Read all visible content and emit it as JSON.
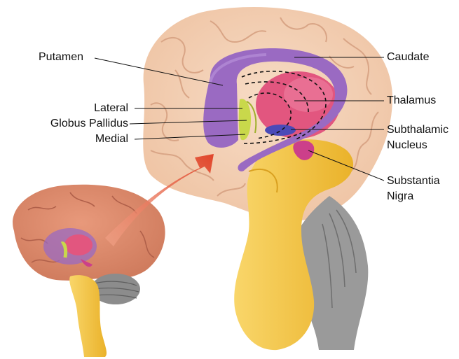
{
  "labels": {
    "putamen": "Putamen",
    "lateral": "Lateral",
    "globus_pallidus": "Globus Pallidus",
    "medial": "Medial",
    "caudate": "Caudate",
    "thalamus": "Thalamus",
    "subthalamic_line1": "Subthalamic",
    "subthalamic_line2": "Nucleus",
    "substantia_line1": "Substantia",
    "substantia_line2": "Nigra"
  },
  "colors": {
    "cortex": "#f0c8a8",
    "cortex_fold": "#d9a586",
    "small_brain": "#d98568",
    "caudate_putamen": "#9b6cc4",
    "thalamus": "#e0507a",
    "globus_pallidus": "#c8d64a",
    "subthalamic": "#4a4ab8",
    "substantia": "#cc3f8a",
    "brainstem": "#f6c43a",
    "cerebellum": "#8c8c8c",
    "arrow": "#e0452a"
  }
}
